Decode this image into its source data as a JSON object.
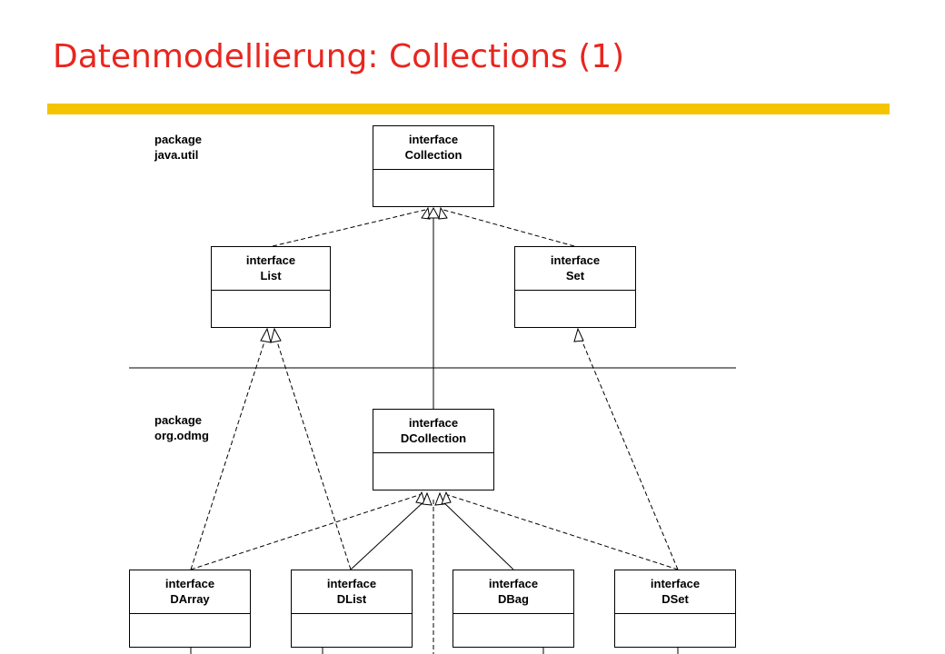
{
  "title": "Datenmodellierung: Collections (1)",
  "colors": {
    "title": "#e8261f",
    "rule": "#f5c400"
  },
  "packages": {
    "java_util": [
      "package",
      "java.util"
    ],
    "org_odmg": [
      "package",
      "org.odmg"
    ]
  },
  "classes": {
    "collection": {
      "stereotype": "interface",
      "name": "Collection"
    },
    "list": {
      "stereotype": "interface",
      "name": "List"
    },
    "set": {
      "stereotype": "interface",
      "name": "Set"
    },
    "dcollection": {
      "stereotype": "interface",
      "name": "DCollection"
    },
    "darray": {
      "stereotype": "interface",
      "name": "DArray"
    },
    "dlist": {
      "stereotype": "interface",
      "name": "DList"
    },
    "dbag": {
      "stereotype": "interface",
      "name": "DBag"
    },
    "dset": {
      "stereotype": "interface",
      "name": "DSet"
    }
  },
  "relationships": [
    {
      "from": "list",
      "to": "collection",
      "kind": "extends"
    },
    {
      "from": "set",
      "to": "collection",
      "kind": "extends"
    },
    {
      "from": "dcollection",
      "to": "collection",
      "kind": "extends"
    },
    {
      "from": "darray",
      "to": "list",
      "kind": "extends"
    },
    {
      "from": "dlist",
      "to": "list",
      "kind": "extends"
    },
    {
      "from": "dset",
      "to": "set",
      "kind": "extends"
    },
    {
      "from": "darray",
      "to": "dcollection",
      "kind": "extends"
    },
    {
      "from": "dlist",
      "to": "dcollection",
      "kind": "extends"
    },
    {
      "from": "dbag",
      "to": "dcollection",
      "kind": "extends"
    },
    {
      "from": "dset",
      "to": "dcollection",
      "kind": "extends"
    }
  ]
}
